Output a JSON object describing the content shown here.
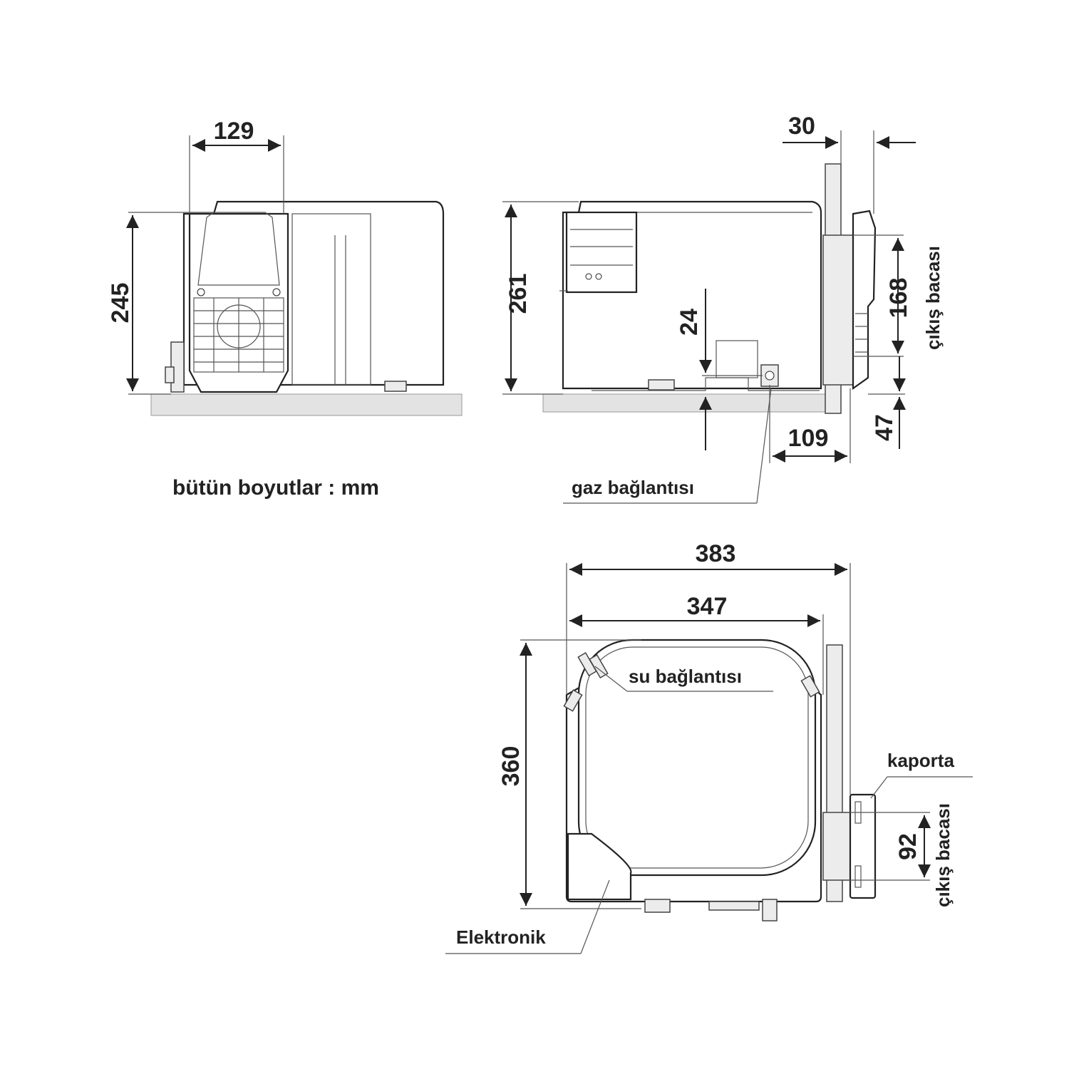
{
  "units_note": "bütün boyutlar : mm",
  "front_view": {
    "width_129": "129",
    "height_245": "245"
  },
  "side_view": {
    "dim_30": "30",
    "height_261": "261",
    "dim_24": "24",
    "dim_168": "168",
    "dim_47": "47",
    "dim_109": "109",
    "gas_label": "gaz bağlantısı",
    "flue_label": "çıkış bacası"
  },
  "top_view": {
    "width_383": "383",
    "width_347": "347",
    "depth_360": "360",
    "dim_92": "92",
    "water_label": "su bağlantısı",
    "body_label": "kaporta",
    "electronics_label": "Elektronik",
    "flue_label": "çıkış bacası"
  }
}
